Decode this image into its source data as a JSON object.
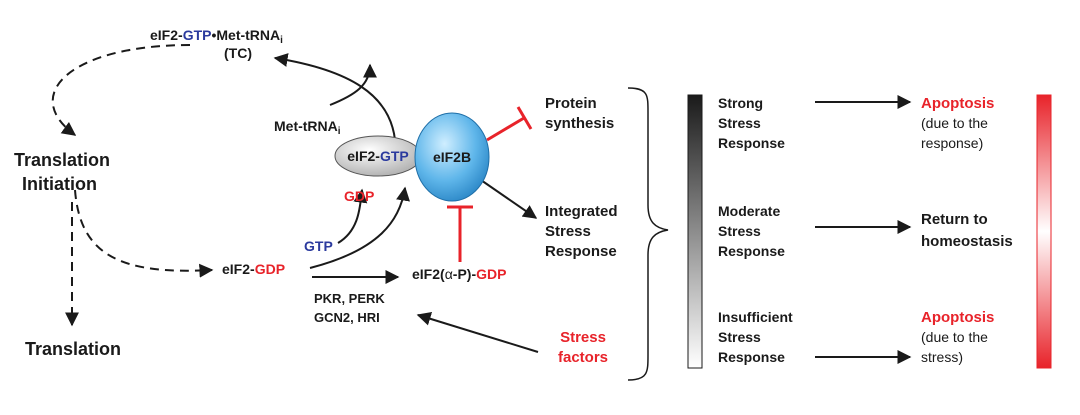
{
  "colors": {
    "blue": "#2b3a9e",
    "red": "#e8232a",
    "text": "#1a1a1a",
    "eif2b_fill": "#5fb6ea"
  },
  "cycle": {
    "tc_prefix": "eIF2-",
    "tc_gtp": "GTP",
    "tc_suffix": "•Met-tRNA",
    "tc_sub": "i",
    "tc_abbrev": "(TC)",
    "met_trna": "Met-tRNA",
    "met_trna_sub": "i",
    "translation_initiation_line1": "Translation",
    "translation_initiation_line2": "Initiation",
    "translation": "Translation",
    "eif2_gtp_prefix": "eIF2-",
    "eif2_gtp_gtp": "GTP",
    "gdp_released": "GDP",
    "gtp_in": "GTP",
    "eif2_gdp_prefix": "eIF2-",
    "eif2_gdp_gdp": "GDP",
    "eif2b": "eIF2B",
    "phospho_prefix": "eIF2(",
    "phospho_alpha": "α",
    "phospho_mid": "-P)-",
    "phospho_gdp": "GDP",
    "kinases_line1": "PKR, PERK",
    "kinases_line2": "GCN2, HRI",
    "stress_factors_line1": "Stress",
    "stress_factors_line2": "factors"
  },
  "outputs": {
    "protein_synthesis_line1": "Protein",
    "protein_synthesis_line2": "synthesis",
    "isr_line1": "Integrated",
    "isr_line2": "Stress",
    "isr_line3": "Response"
  },
  "responses": [
    {
      "level_lines": [
        "Strong",
        "Stress",
        "Response"
      ],
      "outcome_lines": [
        "Apoptosis",
        "(due to the",
        "response)"
      ],
      "outcome_colors": [
        "#e8232a",
        "#1a1a1a",
        "#1a1a1a"
      ]
    },
    {
      "level_lines": [
        "Moderate",
        "Stress",
        "Response"
      ],
      "outcome_lines": [
        "Return to",
        "homeostasis"
      ],
      "outcome_colors": [
        "#1a1a1a",
        "#1a1a1a"
      ]
    },
    {
      "level_lines": [
        "Insufficient",
        "Stress",
        "Response"
      ],
      "outcome_lines": [
        "Apoptosis",
        "(due to the",
        "stress)"
      ],
      "outcome_colors": [
        "#e8232a",
        "#1a1a1a",
        "#1a1a1a"
      ]
    }
  ]
}
